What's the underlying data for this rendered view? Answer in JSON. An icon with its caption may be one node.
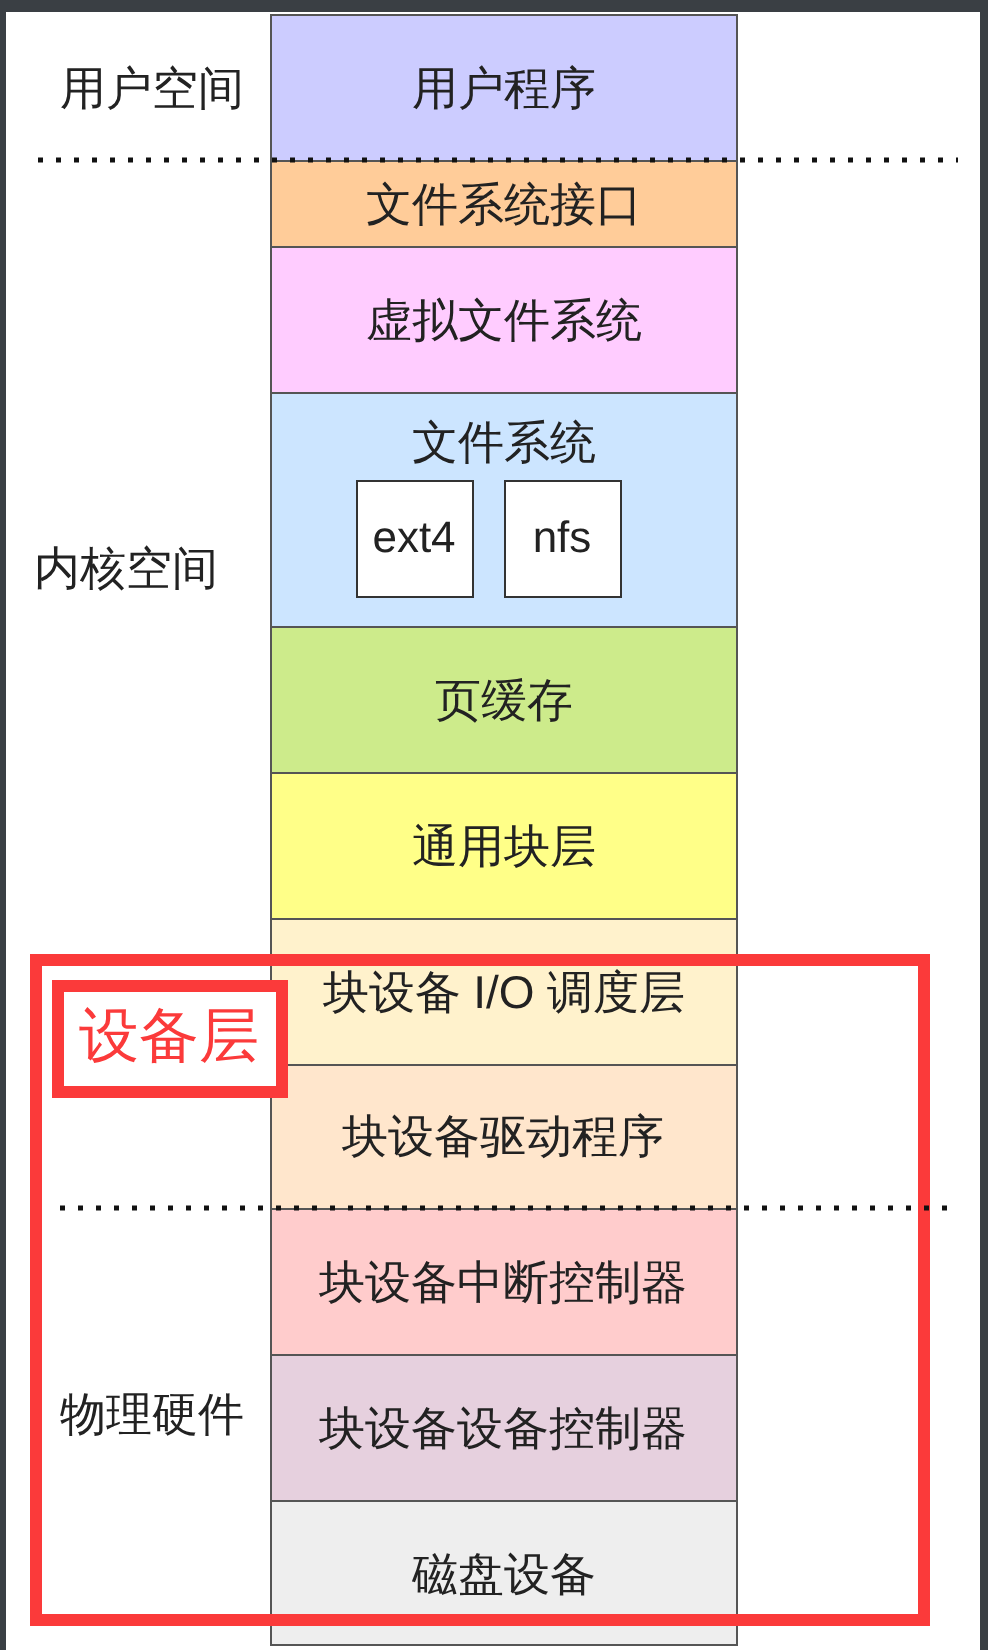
{
  "diagram": {
    "nodes": [
      {
        "text": [
          "用户程序"
        ]
      },
      {
        "text": [
          "文件系统接口"
        ]
      },
      {
        "text": [
          "虚拟文件系统"
        ]
      },
      {
        "text": [
          "文件系统"
        ]
      },
      {
        "text": [
          "ext4"
        ],
        "in": 3
      },
      {
        "text": [
          "nfs"
        ],
        "in": 3
      },
      {
        "text": [
          "页缓存"
        ]
      },
      {
        "text": [
          "通用块层"
        ]
      },
      {
        "text": [
          "块设备 I/O 调度层"
        ]
      },
      {
        "text": [],
        "shape": "box"
      },
      {
        "text": [
          "设备层"
        ],
        "in": 9
      },
      {
        "text": [
          "块设备驱动程序"
        ],
        "in": 9
      },
      {
        "text": [
          "块设备中断控制器"
        ],
        "in": 9
      },
      {
        "text": [
          "块设备设备控制器"
        ],
        "in": 9
      },
      {
        "text": [
          "磁盘设备"
        ]
      }
    ],
    "labels": [
      "用户空间",
      "内核空间",
      "物理硬件"
    ]
  }
}
